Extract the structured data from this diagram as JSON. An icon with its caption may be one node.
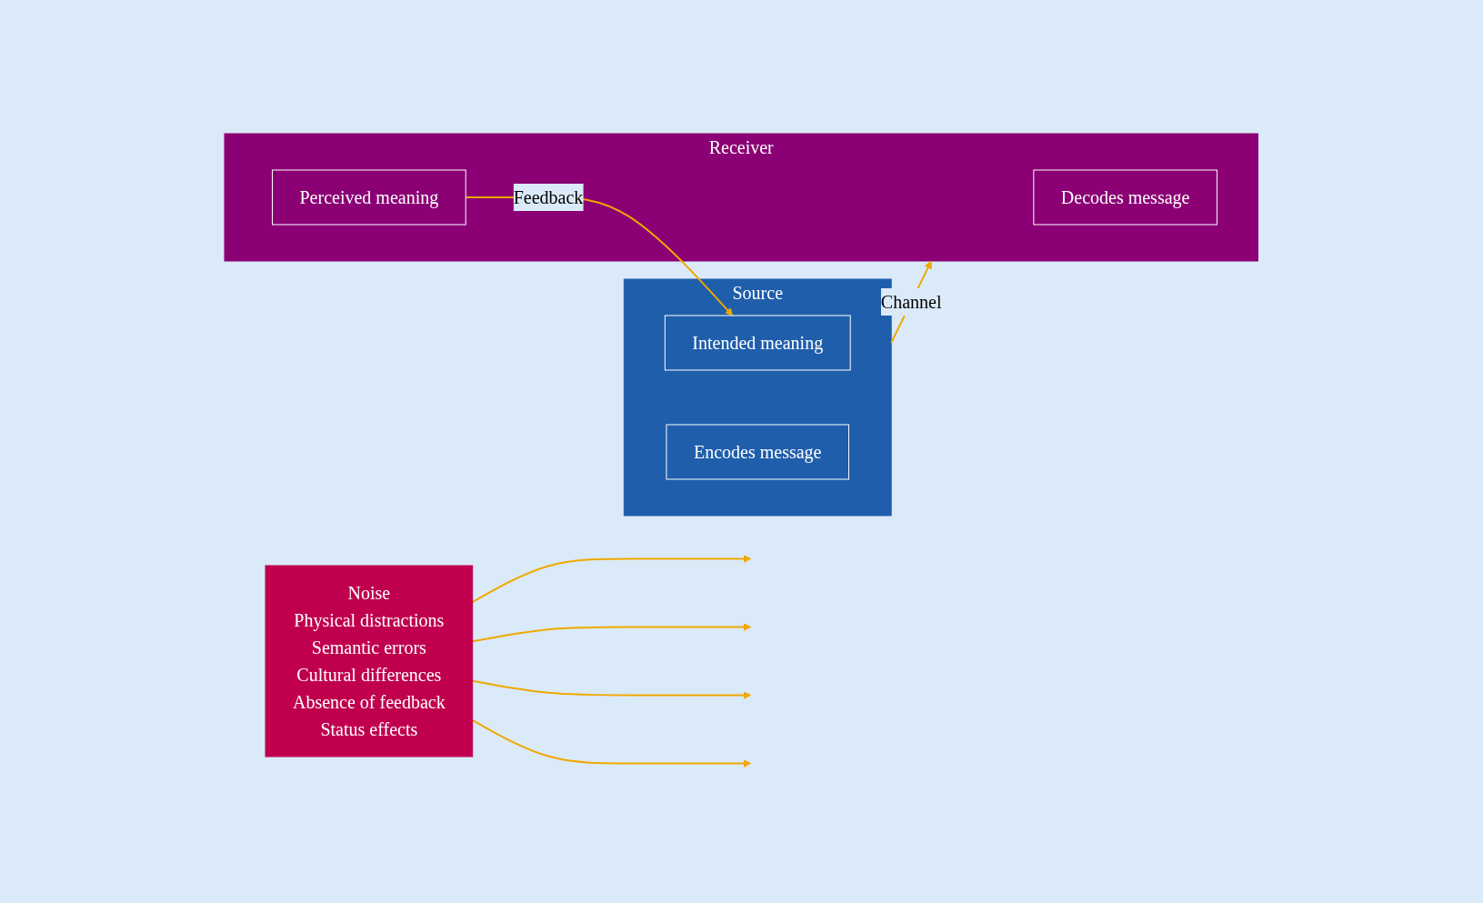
{
  "diagram": {
    "nodes": [
      {
        "text": [
          "Source"
        ]
      },
      {
        "text": [
          "Intended meaning"
        ],
        "in": 0
      },
      {
        "text": [
          "Encodes message"
        ],
        "in": 0
      },
      {
        "text": [
          "Receiver"
        ]
      },
      {
        "text": [
          "Decodes message"
        ],
        "in": 3
      },
      {
        "text": [
          "Perceived meaning"
        ],
        "in": 3
      },
      {
        "text": [
          "Noise",
          "Physical distractions",
          "Semantic errors",
          "Cultural differences",
          "Absence of feedback",
          "Status effects"
        ]
      }
    ],
    "edges": [
      {
        "from": 0,
        "to": 3,
        "arrow": "to",
        "label": "Channel"
      },
      {
        "from": 5,
        "to": 1,
        "arrow": "to",
        "label": "Feedback"
      },
      {
        "from": 6,
        "to": null,
        "arrow": "to"
      },
      {
        "from": 6,
        "to": null,
        "arrow": "to"
      },
      {
        "from": 6,
        "to": null,
        "arrow": "to"
      },
      {
        "from": 6,
        "to": null,
        "arrow": "to"
      }
    ]
  }
}
